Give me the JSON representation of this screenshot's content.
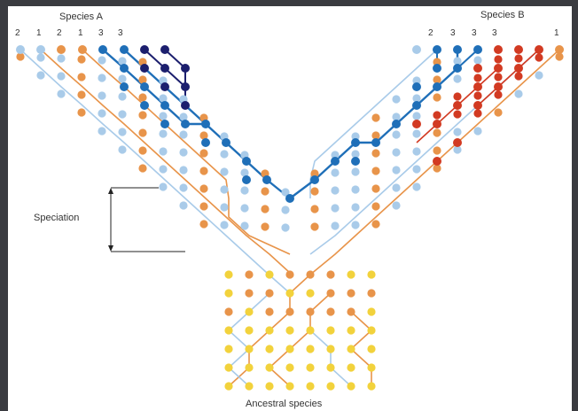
{
  "labels": {
    "species_a": "Species A",
    "species_b": "Species B",
    "speciation": "Speciation",
    "ancestral": "Ancestral species"
  },
  "tip_numbers": {
    "species_a": [
      "2",
      "1",
      "2",
      "1",
      "3",
      "3"
    ],
    "species_b": [
      "2",
      "3",
      "3",
      "3",
      "1"
    ]
  },
  "colors": {
    "yellow": "#f2d23c",
    "orange": "#e8944a",
    "light_blue": "#a9cbe9",
    "blue": "#1f6fb8",
    "navy": "#1c1f6e",
    "red": "#d23a22",
    "background": "#3a3b40"
  }
}
